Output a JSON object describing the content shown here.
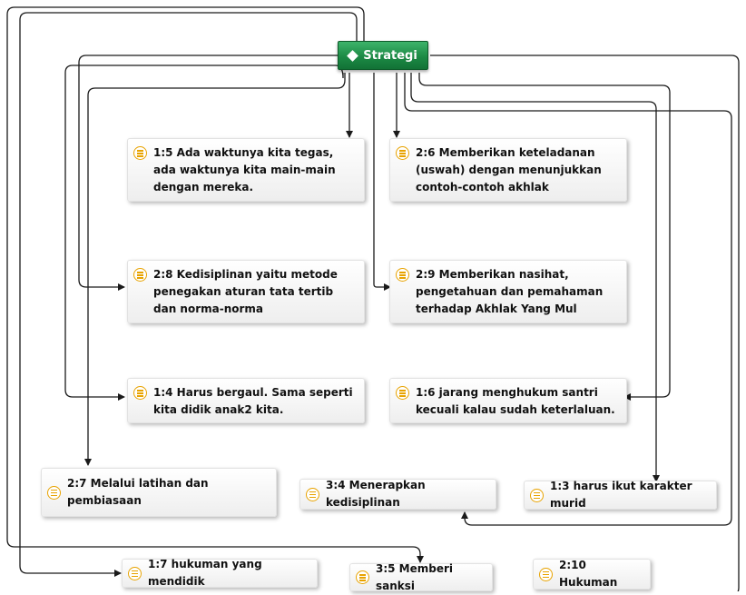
{
  "root": {
    "label": "Strategi"
  },
  "nodes": {
    "n1_5": "1:5 Ada waktunya kita tegas, ada waktunya kita main-main  dengan mereka.",
    "n2_6": "2:6 Memberikan keteladanan (uswah) dengan menunjukkan contoh-contoh akhlak",
    "n2_8": "2:8 Kedisiplinan yaitu metode penegakan aturan tata tertib dan norma-norma",
    "n2_9": "2:9 Memberikan nasihat, pengetahuan dan pemahaman terhadap Akhlak Yang Mul",
    "n1_4": "1:4 Harus bergaul.  Sama seperti kita didik anak2 kita.",
    "n1_6": "1:6 jarang menghukum santri kecuali kalau sudah keterlaluan.",
    "n2_7": "2:7 Melalui latihan dan pembiasaan",
    "n3_4": "3:4 Menerapkan kedisiplinan",
    "n1_3": "1:3 harus ikut karakter murid",
    "n1_7": "1:7 hukuman yang mendidik",
    "n3_5": "3:5 Memberi sanksi",
    "n2_10": "2:10 Hukuman"
  },
  "icons": {
    "root": "diamond-icon",
    "node": "memo-icon"
  },
  "colors": {
    "root": "#1c8a45",
    "memo": "#e8a300",
    "wire": "#1a1a1a"
  }
}
